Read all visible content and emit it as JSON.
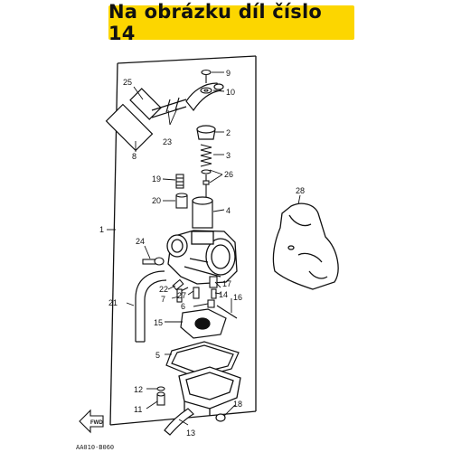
{
  "banner": {
    "text": "Na obrázku díl číslo 14"
  },
  "diagram": {
    "part_labels": [
      "1",
      "2",
      "3",
      "4",
      "5",
      "6",
      "7",
      "8",
      "9",
      "10",
      "11",
      "12",
      "13",
      "14",
      "15",
      "16",
      "17",
      "18",
      "19",
      "20",
      "21",
      "22",
      "23",
      "24",
      "25",
      "26",
      "27",
      "28"
    ],
    "arrow_text": "FWD",
    "catalog_code": "AA010-B060"
  }
}
